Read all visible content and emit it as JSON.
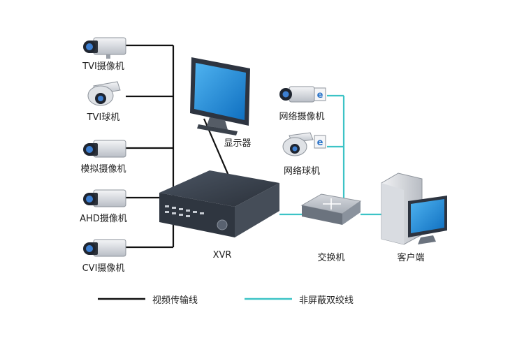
{
  "cameras": [
    {
      "label": "TVI摄像机",
      "icon": "box-camera-icon"
    },
    {
      "label": "TVI球机",
      "icon": "dome-camera-icon"
    },
    {
      "label": "模拟摄像机",
      "icon": "box-camera-icon"
    },
    {
      "label": "AHD摄像机",
      "icon": "box-camera-icon"
    },
    {
      "label": "CVI摄像机",
      "icon": "box-camera-icon"
    }
  ],
  "monitor": {
    "label": "显示器",
    "icon": "monitor-icon"
  },
  "xvr": {
    "label": "XVR",
    "icon": "dvr-recorder-icon"
  },
  "network_cameras": [
    {
      "label": "网络摄像机",
      "icon": "ip-box-camera-icon"
    },
    {
      "label": "网络球机",
      "icon": "ip-dome-camera-icon"
    }
  ],
  "switch": {
    "label": "交换机",
    "icon": "network-switch-icon"
  },
  "client": {
    "label": "客户端",
    "icon": "desktop-pc-icon"
  },
  "legend": {
    "video_line": "视频传输线",
    "utp_line": "非屏蔽双绞线"
  },
  "colors": {
    "video_line": "#111111",
    "utp_line": "#3cc3c6",
    "screen": "#1e88d6",
    "device_dark": "#3a4350"
  }
}
